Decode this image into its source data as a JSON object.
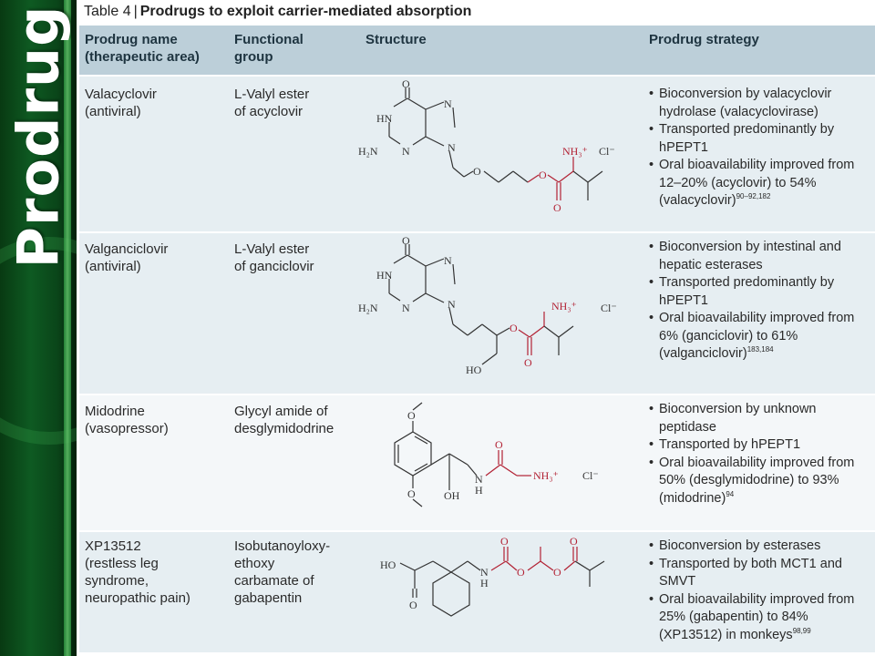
{
  "sidebar": {
    "title": "Prodrug"
  },
  "table": {
    "number": "Table 4",
    "title": "Prodrugs to exploit carrier-mediated absorption",
    "headers": {
      "name_line1": "Prodrug name",
      "name_line2": "(therapeutic area)",
      "group_line1": "Functional",
      "group_line2": "group",
      "structure": "Structure",
      "strategy": "Prodrug strategy"
    },
    "rows": [
      {
        "name": [
          "Valacyclovir",
          "(antiviral)"
        ],
        "group": [
          "L-Valyl ester",
          "of acyclovir"
        ],
        "bullets": [
          {
            "text": "Bioconversion by valacyclovir hydrolase (valacyclovirase)",
            "ref": ""
          },
          {
            "text": "Transported predominantly by hPEPT1",
            "ref": ""
          },
          {
            "text": "Oral bioavailability improved from 12–20% (acyclovir) to 54% (valacyclovir)",
            "ref": "90–92,182"
          }
        ]
      },
      {
        "name": [
          "Valganciclovir",
          "(antiviral)"
        ],
        "group": [
          "L-Valyl ester",
          "of ganciclovir"
        ],
        "bullets": [
          {
            "text": "Bioconversion by intestinal and hepatic esterases",
            "ref": ""
          },
          {
            "text": "Transported predominantly by hPEPT1",
            "ref": ""
          },
          {
            "text": "Oral bioavailability improved from 6% (ganciclovir) to 61% (valganciclovir)",
            "ref": "183,184"
          }
        ]
      },
      {
        "name": [
          "Midodrine",
          "(vasopressor)"
        ],
        "group": [
          "Glycyl amide of",
          "desglymidodrine"
        ],
        "bullets": [
          {
            "text": "Bioconversion by unknown peptidase",
            "ref": ""
          },
          {
            "text": "Transported by hPEPT1",
            "ref": ""
          },
          {
            "text": "Oral bioavailability improved from 50% (desglymidodrine) to 93% (midodrine)",
            "ref": "94"
          }
        ]
      },
      {
        "name": [
          "XP13512",
          "(restless leg",
          "syndrome,",
          "neuropathic pain)"
        ],
        "group": [
          "Isobutanoyloxy-",
          "ethoxy",
          "carbamate of",
          "gabapentin"
        ],
        "bullets": [
          {
            "text": "Bioconversion by esterases",
            "ref": ""
          },
          {
            "text": "Transported by both MCT1 and SMVT",
            "ref": ""
          },
          {
            "text": "Oral bioavailability improved from 25% (gabapentin) to 84% (XP13512) in monkeys",
            "ref": "98,99"
          }
        ]
      }
    ],
    "chem_labels": {
      "O": "O",
      "HN": "HN",
      "N": "N",
      "H2N": "H₂N",
      "NH3": "NH₃⁺",
      "Cl": "Cl⁻",
      "HO": "HO",
      "OH": "OH",
      "H": "H"
    }
  },
  "colors": {
    "accent_red": "#b22234",
    "header_bg": "#bccfd9",
    "row_bg": "#e6eef2",
    "sidebar_green": "#0e5a22"
  }
}
